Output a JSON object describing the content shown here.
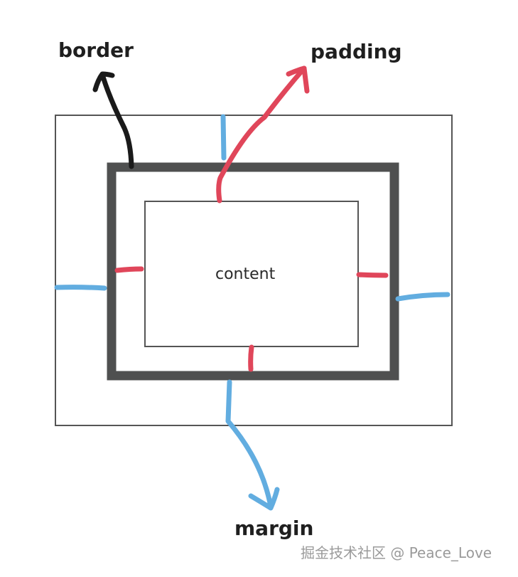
{
  "labels": {
    "border": "border",
    "padding": "padding",
    "content": "content",
    "margin": "margin"
  },
  "watermark": "掘金技术社区 @ Peace_Love",
  "colors": {
    "box_outline": "#555555",
    "border_fill": "#4f5050",
    "border_arrow": "#1a1a1a",
    "padding_mark": "#e0465a",
    "margin_mark": "#62ade0",
    "text": "#1f1f1f",
    "watermark": "#9a9a9a"
  }
}
